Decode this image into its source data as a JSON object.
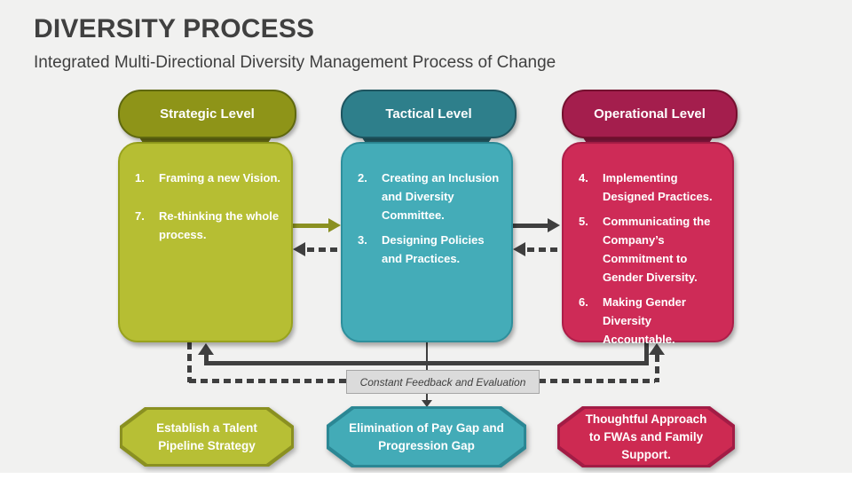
{
  "slide": {
    "title": "DIVERSITY PROCESS",
    "subtitle": "Integrated Multi-Directional Diversity Management Process of Change",
    "background_color": "#F1F1F0",
    "title_color": "#404040"
  },
  "levels": [
    {
      "name": "Strategic Level",
      "pill_color": "#8E9418",
      "body_color": "#B6BE33",
      "items": [
        {
          "num": "1.",
          "text": "Framing a new Vision."
        },
        {
          "num": "7.",
          "text": "Re-thinking the whole process."
        }
      ],
      "outcome": "Establish a Talent Pipeline Strategy"
    },
    {
      "name": "Tactical Level",
      "pill_color": "#2E7F8B",
      "body_color": "#44ACB8",
      "items": [
        {
          "num": "2.",
          "text": "Creating an Inclusion and Diversity Committee."
        },
        {
          "num": "3.",
          "text": "Designing Policies and Practices."
        }
      ],
      "outcome": "Elimination of Pay Gap and Progression Gap"
    },
    {
      "name": "Operational Level",
      "pill_color": "#A41E4D",
      "body_color": "#CE2B57",
      "items": [
        {
          "num": "4.",
          "text": "Implementing Designed Practices."
        },
        {
          "num": "5.",
          "text": "Communicating the Company’s Commitment to Gender Diversity."
        },
        {
          "num": "6.",
          "text": "Making Gender Diversity Accountable."
        }
      ],
      "outcome": "Thoughtful Approach to FWAs and Family Support."
    }
  ],
  "connectors": {
    "feedback_label": "Constant Feedback and Evaluation",
    "arrow_color": "#3F3F3F",
    "strategic_arrow_color": "#8A9021"
  }
}
